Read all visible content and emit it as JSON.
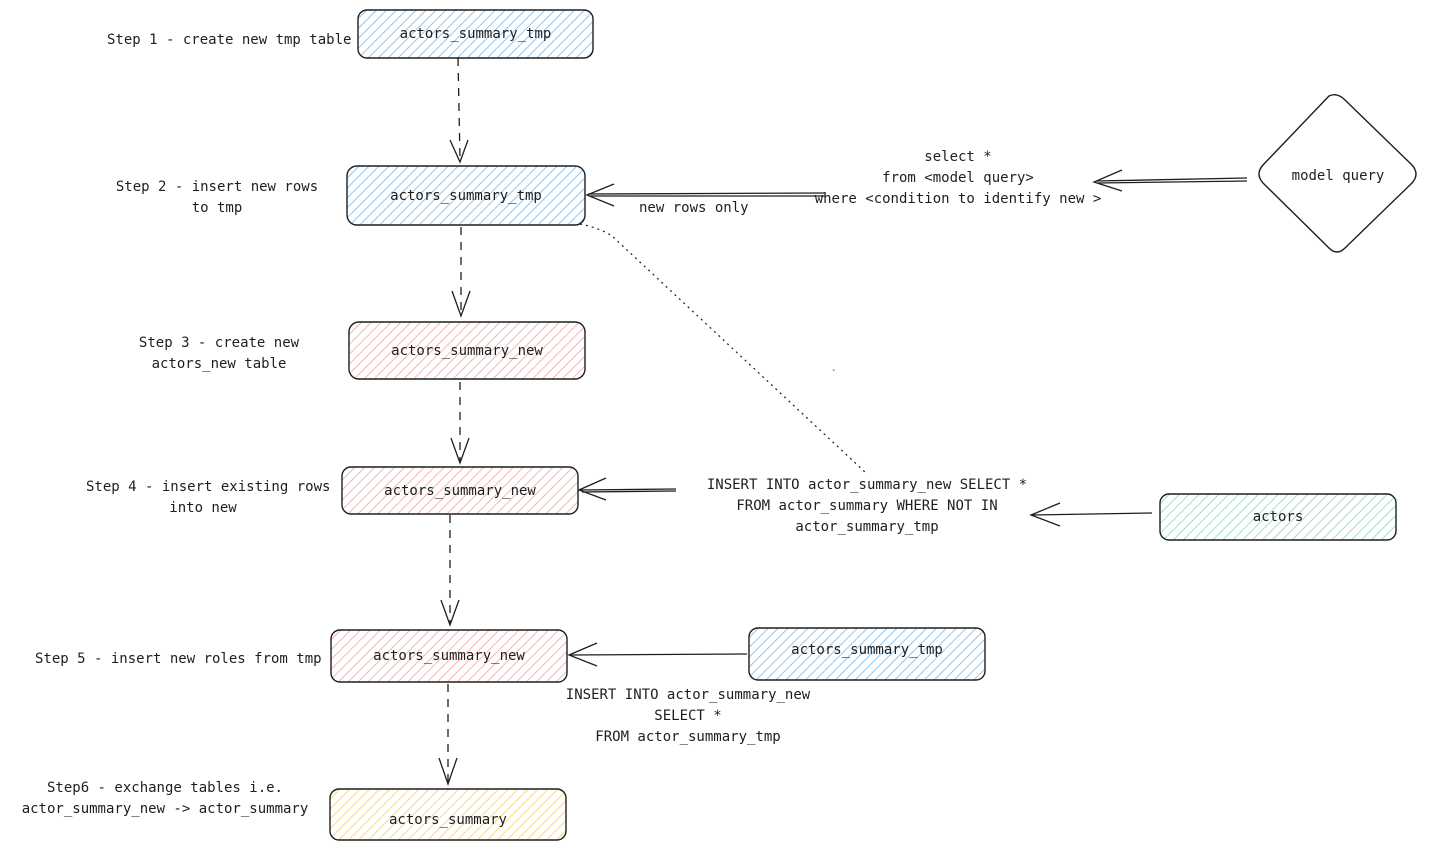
{
  "colors": {
    "blue_fill": "#a5d8ff",
    "red_fill": "#ffc9c9",
    "green_fill": "#b2f2bb",
    "yellow_fill": "#ffec99",
    "stroke": "#1e1e1e"
  },
  "steps": {
    "step1": "Step 1 - create new tmp table",
    "step2": "Step 2 - insert new rows\nto tmp",
    "step3": "Step 3 - create new\nactors_new table",
    "step4": "Step 4 - insert existing rows\ninto new",
    "step5": "Step 5 - insert new roles from tmp",
    "step6": "Step6 - exchange tables i.e.\nactor_summary_new -> actor_summary"
  },
  "nodes": {
    "tmp1": "actors_summary_tmp",
    "tmp2": "actors_summary_tmp",
    "new3": "actors_summary_new",
    "new4": "actors_summary_new",
    "new5": "actors_summary_new",
    "summary6": "actors_summary",
    "model_query": "model query",
    "actors": "actors",
    "tmp_source": "actors_summary_tmp"
  },
  "edge_labels": {
    "new_rows_only": "new rows only",
    "select_query": "select *\nfrom <model query>\nwhere <condition to identify new >",
    "insert_existing": "INSERT INTO actor_summary_new SELECT *\nFROM actor_summary WHERE NOT IN\nactor_summary_tmp",
    "insert_new": "INSERT INTO actor_summary_new\nSELECT *\nFROM actor_summary_tmp",
    "dot": "˯"
  }
}
